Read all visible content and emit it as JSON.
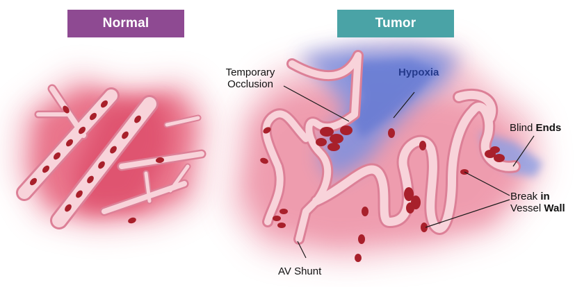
{
  "panels": {
    "normal": {
      "title": "Normal",
      "color": "#8e4a92"
    },
    "tumor": {
      "title": "Tumor",
      "color": "#4aa3a6"
    }
  },
  "labels": {
    "temporary_occlusion_1": "Temporary",
    "temporary_occlusion_2": "Occlusion",
    "hypoxia": "Hypoxia",
    "blind_ends_a": "Blind ",
    "blind_ends_b": "Ends",
    "break_line1_a": "Break",
    "break_line1_b": " in",
    "break_line2_a": "Vessel",
    "break_line2_b": " Wall",
    "av_shunt": "AV Shunt"
  },
  "colors": {
    "vessel_fill": "#f6c6cf",
    "vessel_outline": "#d97b90",
    "blood_cell": "#a8202b",
    "tissue_glow": "#e9506e",
    "hypoxia_blue": "#6f86d9",
    "hypoxia_text": "#253a8c"
  }
}
